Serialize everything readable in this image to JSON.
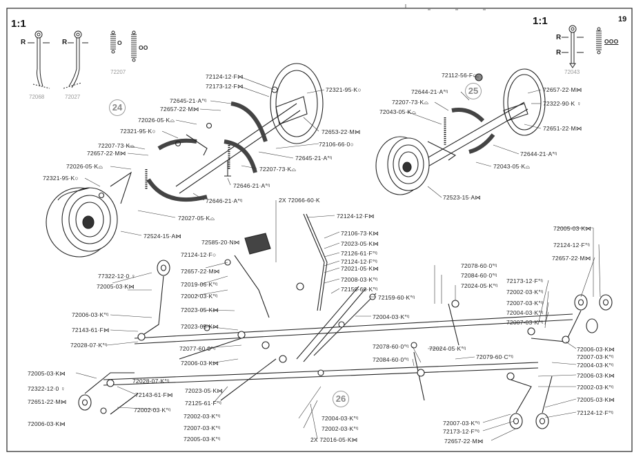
{
  "page_number": "19",
  "scale_left": "1:1",
  "scale_right": "1:1",
  "r_label": "R",
  "circles": {
    "c24": "24",
    "c25": "25",
    "c26": "26"
  },
  "springs_left": {
    "o": "O",
    "oo": "OO",
    "code": "72207"
  },
  "springs_right": {
    "ooo": "OOO",
    "code": "72043"
  },
  "left_tools": {
    "a": "72068",
    "b": "72027"
  },
  "brake_left": [
    "72124-12·F⋈",
    "72173-12·F⋈",
    "72321-95·K○",
    "72645-21·A°ᵑ",
    "72657-22·M⋈",
    "72026-05·K⌓",
    "72321-95·K○",
    "72207-73·K⌓",
    "72657-22·M⋈",
    "72026-05·K⌓",
    "72321-95·K○",
    "72653-22·M⋈",
    "72106-66·0○",
    "72645-21·A°ᵑ",
    "72207-73·K⌓",
    "72646-21·A°ᵑ",
    "72646-21·A°ᵑ",
    "72027-05·K⌓",
    "72524-15·A⋈"
  ],
  "brake_right": [
    "72112-56-F○",
    "72644-21·A°ᵑ",
    "72207-73·K⌓",
    "72043-05·K⌓",
    "72657-22·M⋈",
    "72322-90·K ♀",
    "72651-22·M⋈",
    "72644-21·A°ᵑ",
    "72043-05·K⌓",
    "72523-15·A⋈"
  ],
  "chassis_center": [
    "2X 72066-60·K",
    "72124-12·F⋈",
    "72106-73·K⋈",
    "72585-20·N⋈",
    "72023-05·K⋈",
    "72126-61·F°ᵑ",
    "72124-12·F°ᵑ",
    "72021-05·K⋈",
    "72008-03·K°ᵑ",
    "72150-60·K°ᵑ",
    "72159-60·K°ᵑ",
    "72078-60·0°ᵑ",
    "72084-60·0°ᵑ",
    "72024-05·K°ᵑ",
    "72004-03·K°ᵑ",
    "72078-60·0°ᵑ",
    "72084-60·0°ᵑ",
    "72024-05·K°ᵑ",
    "72079-60·C°ᵑ",
    "72004-03·K°ᵑ",
    "72002-03·K°ᵑ",
    "2X 72016-05·K⋈"
  ],
  "chassis_left": [
    "72124-12·F○",
    "72657-22·M⋈",
    "77322-12·0 ♀",
    "72005-03·K⋈",
    "72019-06·K°ᵑ",
    "72002-03·K°ᵑ",
    "72023-05·K⋈",
    "72006-03·K°ᵑ",
    "72143-61·F⋈",
    "72023-05·K⋈",
    "72028-07·K°ᵑ",
    "72077-60·0°ᵑ",
    "72006-03·K⋈",
    "72005-03·K⋈",
    "72028-07·K°ᵑ",
    "72322-12·0 ♀",
    "72143-61·F⋈",
    "72651-22·M⋈",
    "72002-03·K°ᵑ",
    "72023-05·K⋈",
    "72125-61·F°ᵑ",
    "72002-03·K°ᵑ",
    "72007-03·K°ᵑ",
    "72005-03·K°ᵑ",
    "72006-03·K⋈"
  ],
  "chassis_right": [
    "72005-03·K⋈",
    "72124-12·F°ᵑ",
    "72657-22·M⋈",
    "72173-12·F°ᵑ",
    "72002·03·K°ᵑ",
    "72007-03·K°ᵑ",
    "72004-03·K°ᵑ",
    "72007-03·K°ᵑ",
    "72006-03·K⋈",
    "72007-03·K°ᵑ",
    "72004-03·K°ᵑ",
    "72006-03·K⋈",
    "72002-03·K°ᵑ",
    "72005-03·K⋈",
    "72124-12·F°ᵑ",
    "72007-03·K°ᵑ",
    "72173-12·F°ᵑ",
    "72657-22·M⋈"
  ]
}
